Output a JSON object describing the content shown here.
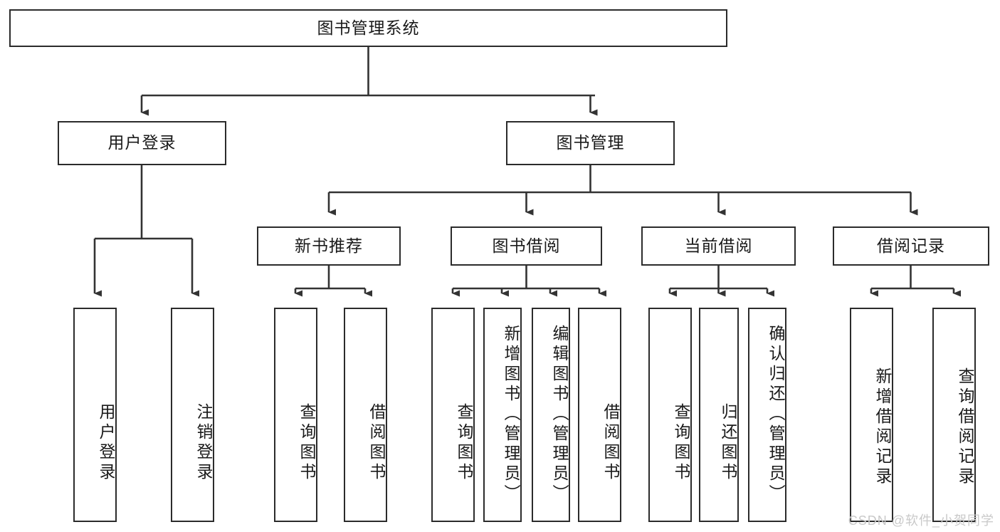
{
  "diagram": {
    "title": "图书管理系统",
    "type": "hierarchy-tree",
    "watermark": "CSDN @软件_小贺同学",
    "style": {
      "box_border": "#2b2b2b",
      "box_fill": "#ffffff",
      "line": "#333333",
      "text": "#1a1a1a",
      "watermark_color": "#c9c9c9",
      "background": "#ffffff"
    },
    "root": {
      "id": "root",
      "label": "图书管理系统",
      "level": 1
    },
    "level2": [
      {
        "id": "user-login",
        "label": "用户登录",
        "level": 2
      },
      {
        "id": "book-manage",
        "label": "图书管理",
        "level": 2
      }
    ],
    "level3": [
      {
        "id": "new-book-rec",
        "label": "新书推荐",
        "level": 3,
        "parent": "book-manage"
      },
      {
        "id": "book-borrow",
        "label": "图书借阅",
        "level": 3,
        "parent": "book-manage"
      },
      {
        "id": "current-borrow",
        "label": "当前借阅",
        "level": 3,
        "parent": "book-manage"
      },
      {
        "id": "borrow-record",
        "label": "借阅记录",
        "level": 3,
        "parent": "book-manage"
      }
    ],
    "leaves": [
      {
        "id": "leaf-user-login",
        "label": "用户登录",
        "parent": "user-login"
      },
      {
        "id": "leaf-user-logout",
        "label": "注销登录",
        "parent": "user-login"
      },
      {
        "id": "leaf-query-book-1",
        "label": "查询图书",
        "parent": "new-book-rec"
      },
      {
        "id": "leaf-borrow-book-1",
        "label": "借阅图书",
        "parent": "new-book-rec"
      },
      {
        "id": "leaf-query-book-2",
        "label": "查询图书",
        "parent": "book-borrow"
      },
      {
        "id": "leaf-add-book",
        "label": "新增图书（管理员）",
        "parent": "book-borrow"
      },
      {
        "id": "leaf-edit-book",
        "label": "编辑图书（管理员）",
        "parent": "book-borrow"
      },
      {
        "id": "leaf-borrow-book-2",
        "label": "借阅图书",
        "parent": "book-borrow"
      },
      {
        "id": "leaf-query-book-3",
        "label": "查询图书",
        "parent": "current-borrow"
      },
      {
        "id": "leaf-return-book",
        "label": "归还图书",
        "parent": "current-borrow"
      },
      {
        "id": "leaf-confirm-return",
        "label": "确认归还（管理员）",
        "parent": "current-borrow"
      },
      {
        "id": "leaf-add-record",
        "label": "新增借阅记录",
        "parent": "borrow-record"
      },
      {
        "id": "leaf-query-record",
        "label": "查询借阅记录",
        "parent": "borrow-record"
      }
    ]
  }
}
